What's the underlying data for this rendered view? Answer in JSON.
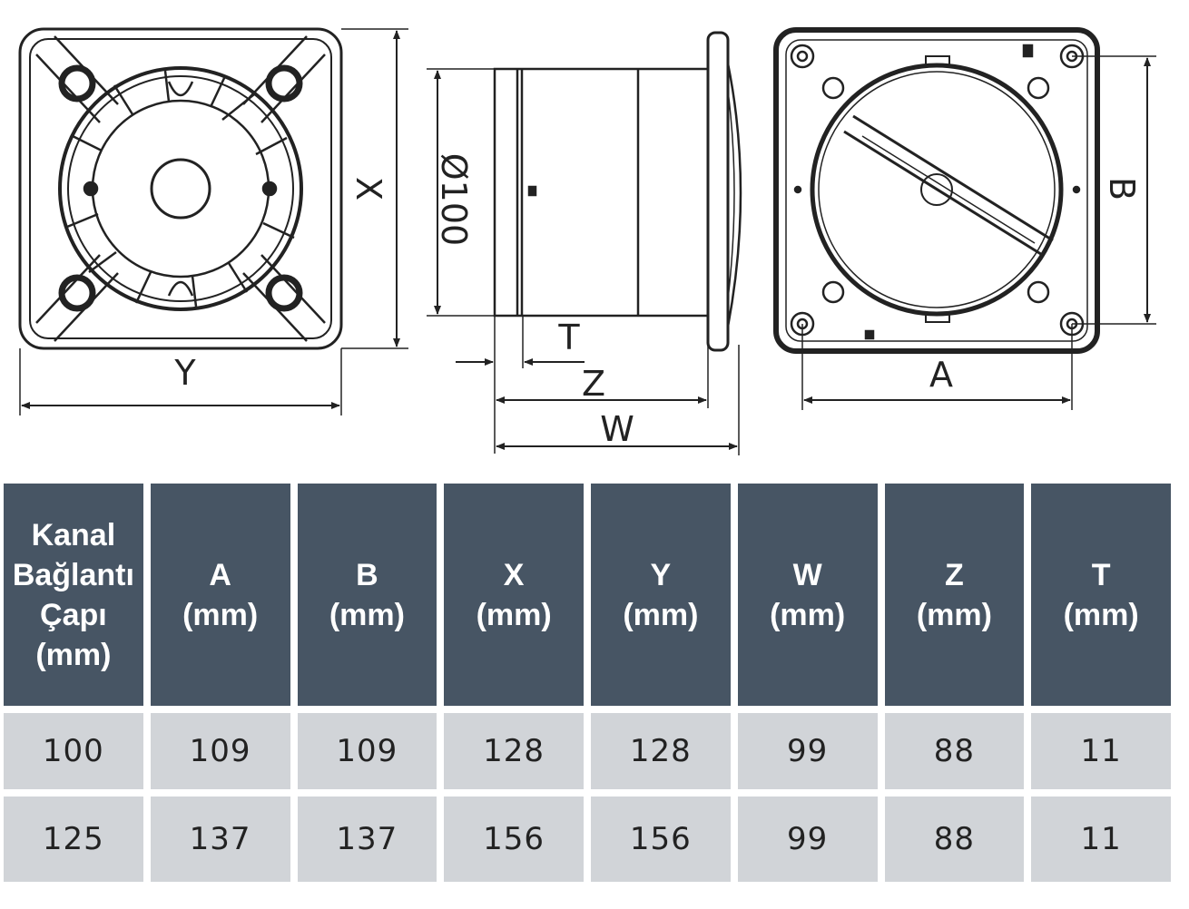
{
  "labels": {
    "front": {
      "x": "X",
      "y": "Y"
    },
    "side": {
      "diameter": "Ø100",
      "t": "T",
      "z": "Z",
      "w": "W"
    },
    "back": {
      "a": "A",
      "b": "B"
    }
  },
  "table": {
    "headers": [
      [
        "Kanal",
        "Bağlantı",
        "Çapı",
        "(mm)"
      ],
      [
        "A",
        "(mm)"
      ],
      [
        "B",
        "(mm)"
      ],
      [
        "X",
        "(mm)"
      ],
      [
        "Y",
        "(mm)"
      ],
      [
        "W",
        "(mm)"
      ],
      [
        "Z",
        "(mm)"
      ],
      [
        "T",
        "(mm)"
      ]
    ],
    "rows": [
      [
        "100",
        "109",
        "109",
        "128",
        "128",
        "99",
        "88",
        "11"
      ],
      [
        "125",
        "137",
        "137",
        "156",
        "156",
        "99",
        "88",
        "11"
      ]
    ]
  },
  "colors": {
    "header_bg": "#475564",
    "cell_bg": "#d1d4d8",
    "line": "#222222"
  }
}
